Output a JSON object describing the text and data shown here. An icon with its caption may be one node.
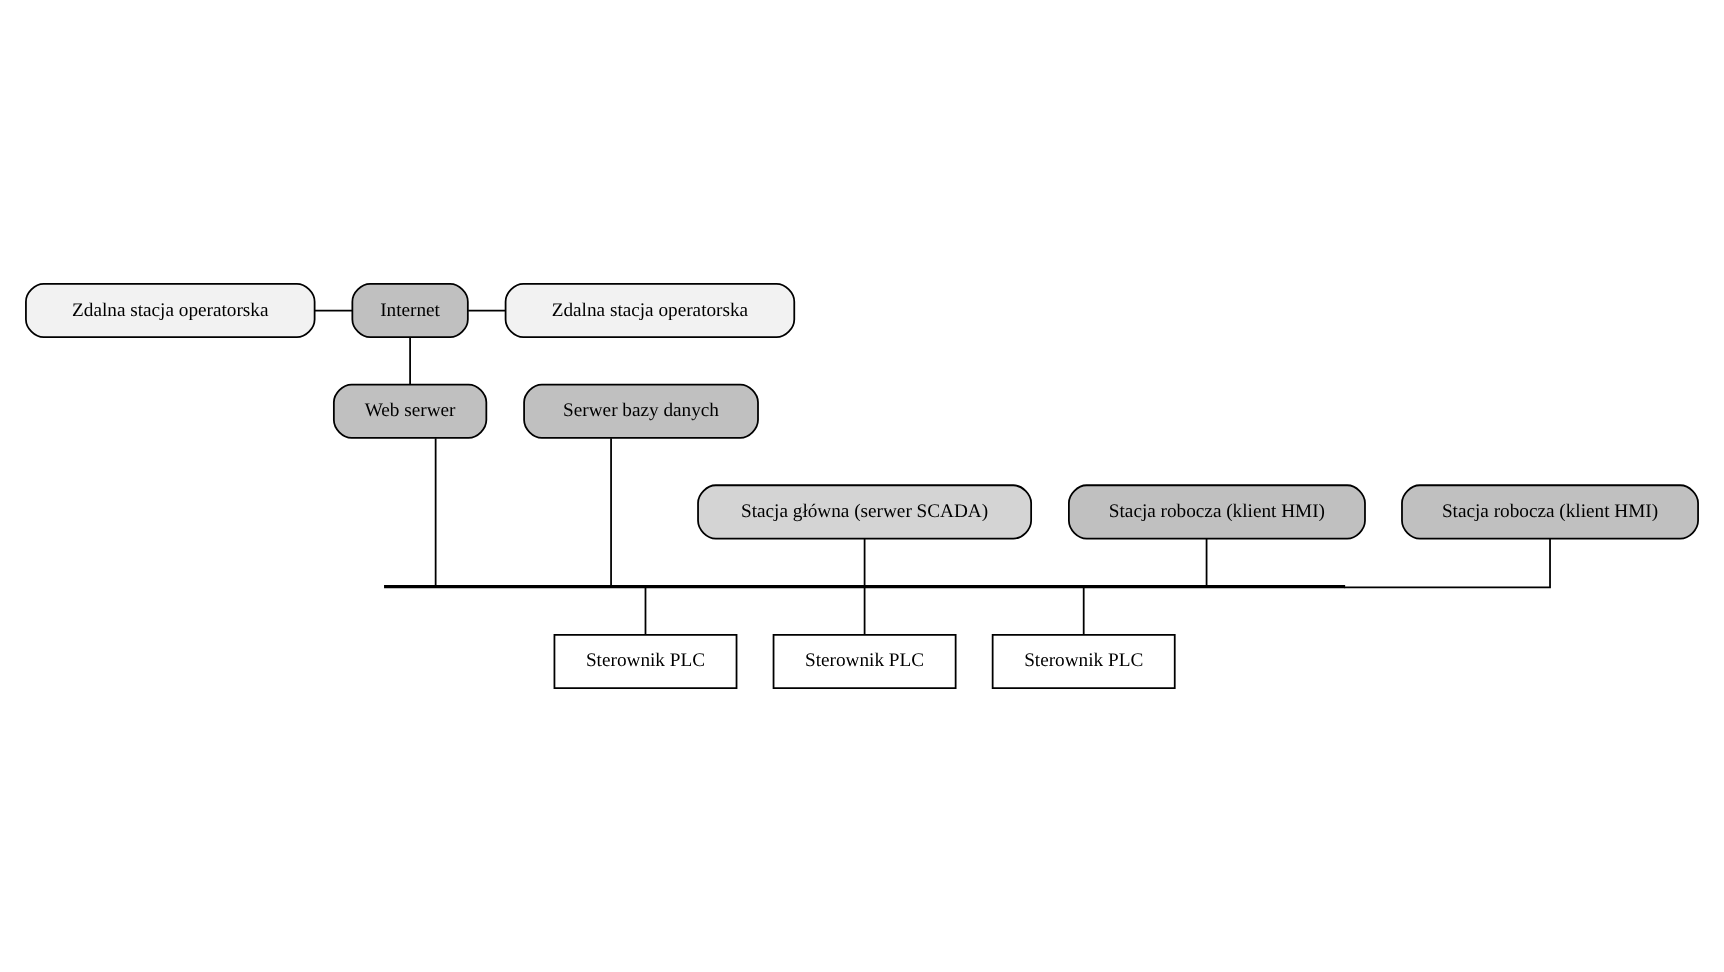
{
  "diagram": {
    "nodes": [
      {
        "text": [
          "Zdalna stacja operatorska"
        ]
      },
      {
        "text": [
          "Internet"
        ]
      },
      {
        "text": [
          "Zdalna stacja operatorska"
        ]
      },
      {
        "text": [
          "Serwer bazy danych"
        ]
      },
      {
        "text": [
          "Web serwer"
        ]
      },
      {
        "text": [
          "Stacja główna (serwer SCADA)"
        ]
      },
      {
        "text": [
          "Stacja robocza (klient HMI)"
        ]
      },
      {
        "text": [
          "Stacja robocza (klient HMI)"
        ]
      },
      {
        "text": [],
        "shape": "bar"
      },
      {
        "text": [
          "Sterownik PLC"
        ]
      },
      {
        "text": [
          "Sterownik PLC"
        ]
      },
      {
        "text": [
          "Sterownik PLC"
        ]
      }
    ],
    "edges": [
      {
        "from": 0,
        "to": 1,
        "arrow": "none"
      },
      {
        "from": 1,
        "to": 2,
        "arrow": "none"
      },
      {
        "from": 1,
        "to": 4,
        "arrow": "none"
      },
      {
        "from": 4,
        "to": 8,
        "arrow": "none"
      },
      {
        "from": 3,
        "to": 8,
        "arrow": "none"
      },
      {
        "from": 5,
        "to": 8,
        "arrow": "none"
      },
      {
        "from": 6,
        "to": 8,
        "arrow": "none"
      },
      {
        "from": 7,
        "to": 8,
        "arrow": "none"
      },
      {
        "from": 8,
        "to": 9,
        "arrow": "none"
      },
      {
        "from": 8,
        "to": 10,
        "arrow": "none"
      },
      {
        "from": 8,
        "to": 11,
        "arrow": "none"
      }
    ]
  }
}
